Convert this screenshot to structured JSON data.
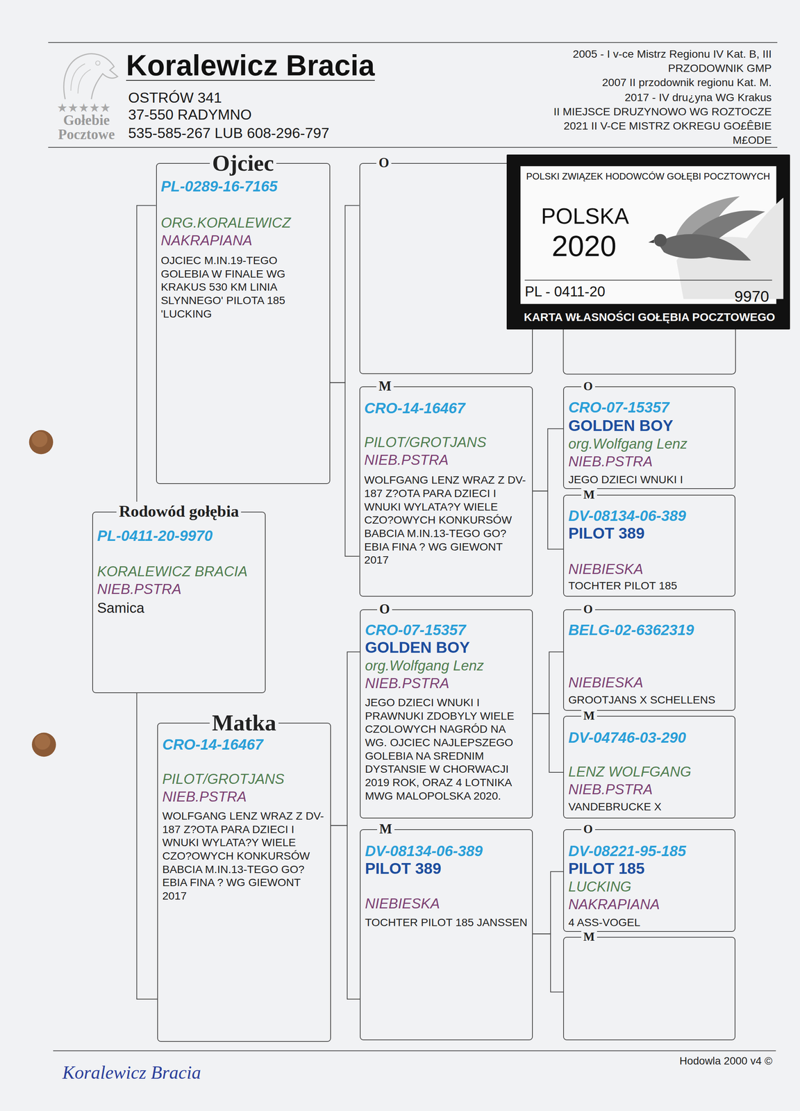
{
  "diagram": {
    "title": "Koralewicz Bracia",
    "nodes": [
      {
        "text": [
          "Ojciec",
          "PL-0289-16-7165",
          "ORG.KORALEWICZ",
          "NAKRAPIANA",
          "OJCIEC M.IN.19-TEGO GOLEBIA W FINALE WG KRAKUS 530 KM LINIA SLYNNEGO' PILOTA 185 'LUCKING"
        ]
      },
      {
        "text": [
          "O"
        ]
      },
      {
        "text": [
          "POLSKI ZWIĄZEK HODOWCÓW GOŁĘBI POCZTOWYCH",
          "POLSKA",
          "2020",
          "PL - 0411-20",
          "9970",
          "KARTA WŁASNOŚCI GOŁĘBIA POCZTOWEGO"
        ]
      },
      {
        "text": [
          "M",
          "CRO-14-16467",
          "PILOT/GROTJANS",
          "NIEB.PSTRA",
          "WOLFGANG LENZ WRAZ Z DV-187 Z?OTA PARA DZIECI I WNUKI WYLATA?Y WIELE CZO?OWYCH KONKURSÓW BABCIA M.IN.13-TEGO GO?EBIA FINA ? WG GIEWONT 2017"
        ]
      },
      {
        "text": [
          "O",
          "CRO-07-15357",
          "GOLDEN BOY",
          "org.Wolfgang Lenz",
          "NIEB.PSTRA",
          "JEGO DZIECI WNUKI I"
        ]
      },
      {
        "text": [
          "M",
          "DV-08134-06-389",
          "PILOT 389",
          "NIEBIESKA",
          "TOCHTER PILOT 185"
        ]
      },
      {
        "text": [
          "Rodowód gołębia",
          "PL-0411-20-9970",
          "KORALEWICZ BRACIA",
          "NIEB.PSTRA",
          "Samica"
        ]
      },
      {
        "text": [
          "O",
          "CRO-07-15357",
          "GOLDEN BOY",
          "org.Wolfgang Lenz",
          "NIEB.PSTRA",
          "JEGO DZIECI WNUKI I PRAWNUKI ZDOBYLY WIELE CZOLOWYCH NAGRÓD NA WG. OJCIEC NAJLEPSZEGO GOLEBIA NA SREDNIM DYSTANSIE W CHORWACJI 2019 ROK, ORAZ 4 LOTNIKA MWG MALOPOLSKA 2020."
        ]
      },
      {
        "text": [
          "O",
          "BELG-02-6362319",
          "NIEBIESKA",
          "GROOTJANS X SCHELLENS"
        ]
      },
      {
        "text": [
          "M",
          "DV-04746-03-290",
          "LENZ WOLFGANG",
          "NIEB.PSTRA",
          "VANDEBRUCKE X"
        ]
      },
      {
        "text": [
          "Matka",
          "CRO-14-16467",
          "PILOT/GROTJANS",
          "NIEB.PSTRA",
          "WOLFGANG LENZ WRAZ Z DV-187 Z?OTA PARA DZIECI I WNUKI WYLATA?Y WIELE CZO?OWYCH KONKURSÓW BABCIA M.IN.13-TEGO GO?EBIA FINA ? WG GIEWONT 2017"
        ]
      },
      {
        "text": [
          "M",
          "DV-08134-06-389",
          "PILOT 389",
          "NIEBIESKA",
          "TOCHTER PILOT 185 JANSSEN"
        ]
      },
      {
        "text": [
          "O",
          "DV-08221-95-185",
          "PILOT 185",
          "LUCKING",
          "NAKRAPIANA",
          "4 ASS-VOGEL"
        ]
      },
      {
        "text": [
          "M"
        ]
      }
    ],
    "edges": [
      {
        "from": 6,
        "to": 0,
        "arrow": "none"
      },
      {
        "from": 6,
        "to": 10,
        "arrow": "none"
      },
      {
        "from": 0,
        "to": 1,
        "arrow": "none"
      },
      {
        "from": 0,
        "to": 3,
        "arrow": "none"
      },
      {
        "from": 3,
        "to": 4,
        "arrow": "none"
      },
      {
        "from": 3,
        "to": 5,
        "arrow": "none"
      },
      {
        "from": 10,
        "to": 7,
        "arrow": "none"
      },
      {
        "from": 10,
        "to": 11,
        "arrow": "none"
      },
      {
        "from": 7,
        "to": 8,
        "arrow": "none"
      },
      {
        "from": 7,
        "to": 9,
        "arrow": "none"
      },
      {
        "from": 11,
        "to": 12,
        "arrow": "none"
      },
      {
        "from": 11,
        "to": 13,
        "arrow": "none"
      }
    ],
    "labels": [
      "★★★★★",
      "Gołebie",
      "Pocztowe",
      "OSTRÓW 341",
      "37-550 RADYMNO",
      "535-585-267 LUB 608-296-797",
      "2005 - I v-ce Mistrz Regionu IV Kat. B, III",
      "PRZODOWNIK GMP",
      "2007 II przodownik regionu Kat. M.",
      "2017 - IV dru¿yna WG Krakus",
      "II MIEJSCE DRUZYNOWO WG ROZTOCZE",
      "2021 II V-CE MISTRZ OKREGU GO£ÊBIE",
      "M£ODE",
      "Hodowla 2000 v4 ©",
      "Koralewicz Bracia"
    ]
  }
}
